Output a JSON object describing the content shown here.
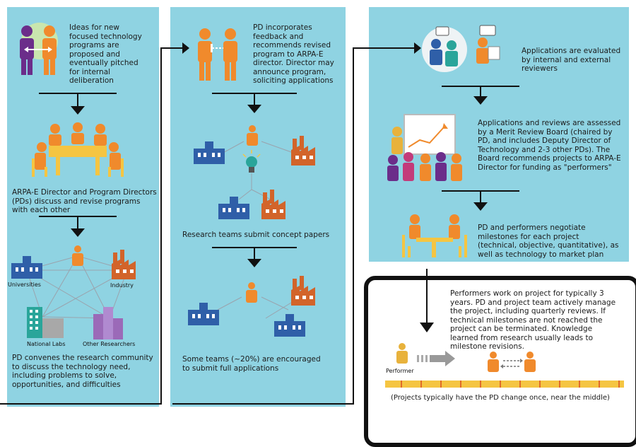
{
  "col1": {
    "ideas": "Ideas for new focused technology programs are proposed and eventually pitched for internal deliberation",
    "director": "ARPA-E Director and Program Directors (PDs) discuss and revise programs with each other",
    "convene": "PD convenes the research community to discuss the technology need, including problems to solve, opportunities, and difficulties",
    "labels": {
      "universities": "Universities",
      "industry": "Industry",
      "national_labs": "National Labs",
      "other": "Other Researchers"
    }
  },
  "col2": {
    "incorporates": "PD incorporates feedback and recommends revised program to ARPA-E director. Director may announce program, soliciting applications",
    "concept": "Research teams submit concept papers",
    "some_teams": "Some teams (~20%) are encouraged to submit full applications"
  },
  "col3": {
    "evaluated": "Applications are evaluated by internal and external reviewers",
    "merit": "Applications and reviews are assessed by a Merit Review Board (chaired by PD, and includes Deputy Director of Technology and 2-3 other PDs). The Board recommends projects to ARPA-E Director for funding as \"performers\"",
    "negotiate": "PD and performers negotiate milestones for each project (technical, objective, quantitative), as well as technology to market plan",
    "performers_work": "Performers work on project for typically 3 years. PD and project team actively manage the project, including quarterly reviews. If technical milestones are not reached the project can be terminated. Knowledge learned from research usually leads to milestone revisions.",
    "performer_label": "Performer",
    "change_note": "(Projects typically have the PD change once, near the middle)"
  },
  "colors": {
    "panel": "#8fd3e2",
    "orange": "#f08a2c",
    "purple": "#6b2d8a",
    "blue": "#2f5fa8",
    "factory": "#d2642a",
    "timeline": "#f5c542"
  }
}
